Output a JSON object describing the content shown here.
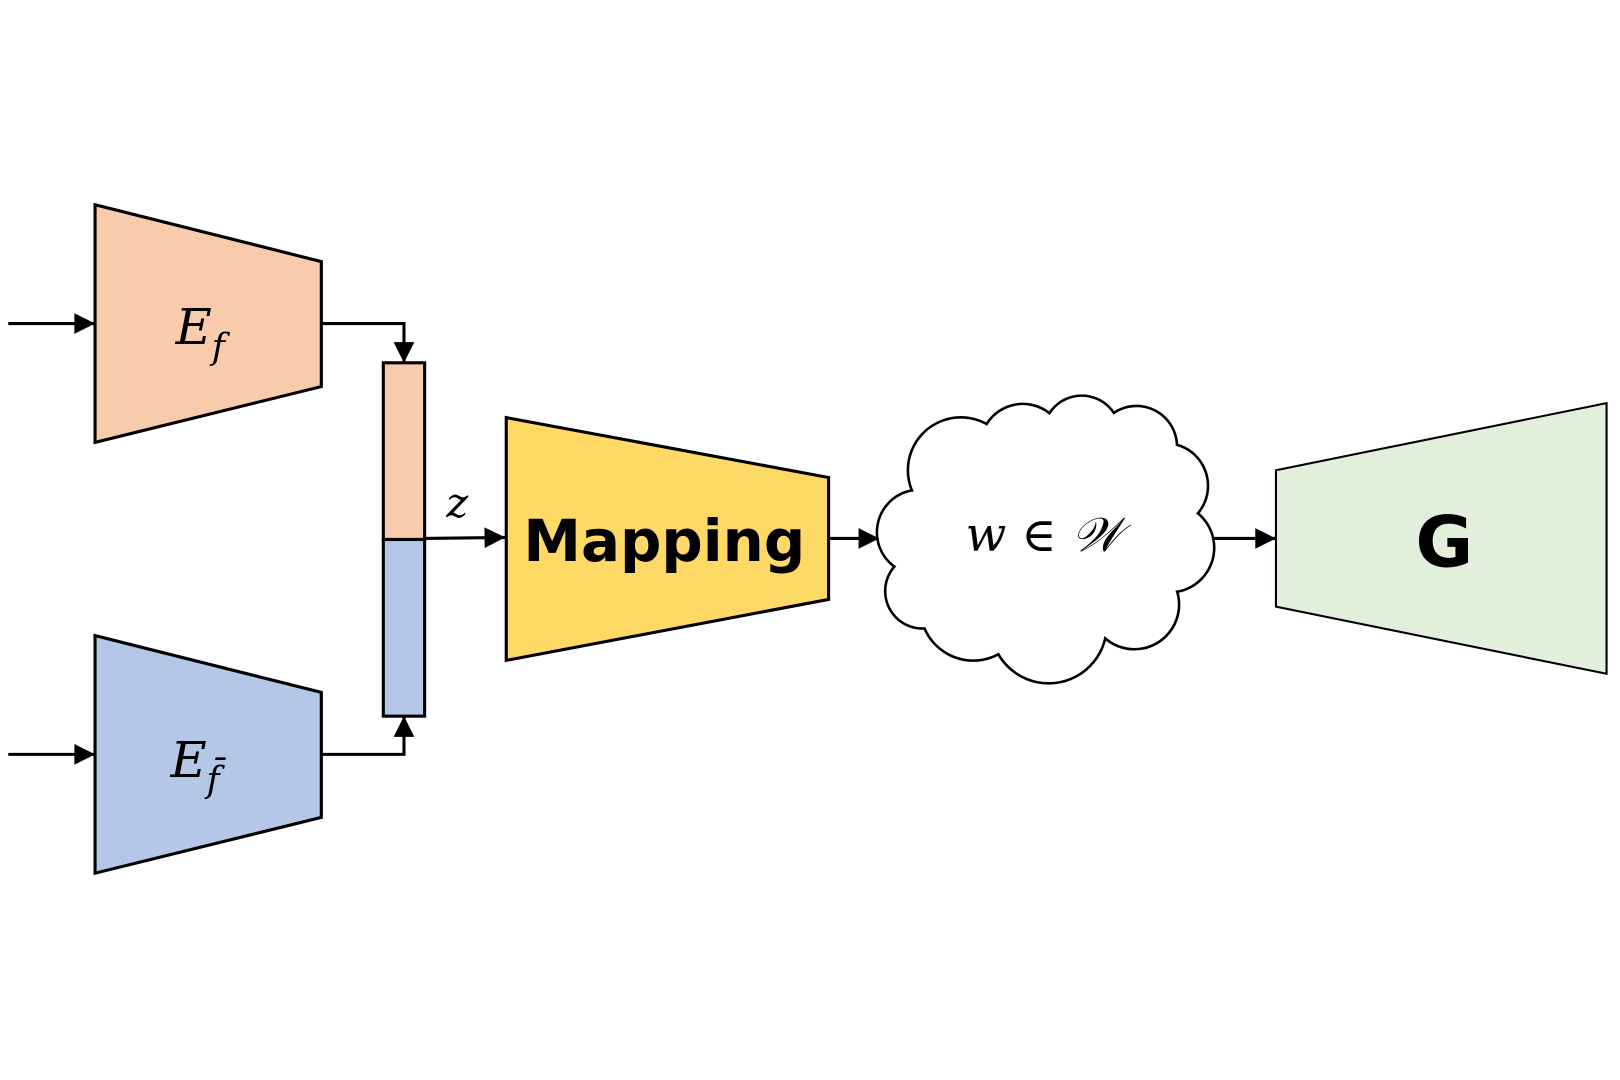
{
  "colors": {
    "encoder_f": "#F8CBAD",
    "encoder_fbar": "#B4C7E7",
    "mapping": "#FFD966",
    "generator": "#E2EFDA",
    "stroke": "#000000"
  },
  "encoder_f": {
    "main": "E",
    "sub": "f"
  },
  "encoder_fbar": {
    "main": "E",
    "sub": "f̄"
  },
  "latent": {
    "label": "z"
  },
  "mapping": {
    "label": "Mapping"
  },
  "w_space": {
    "label": "w ∈ 𝒲"
  },
  "generator": {
    "label": "G"
  }
}
